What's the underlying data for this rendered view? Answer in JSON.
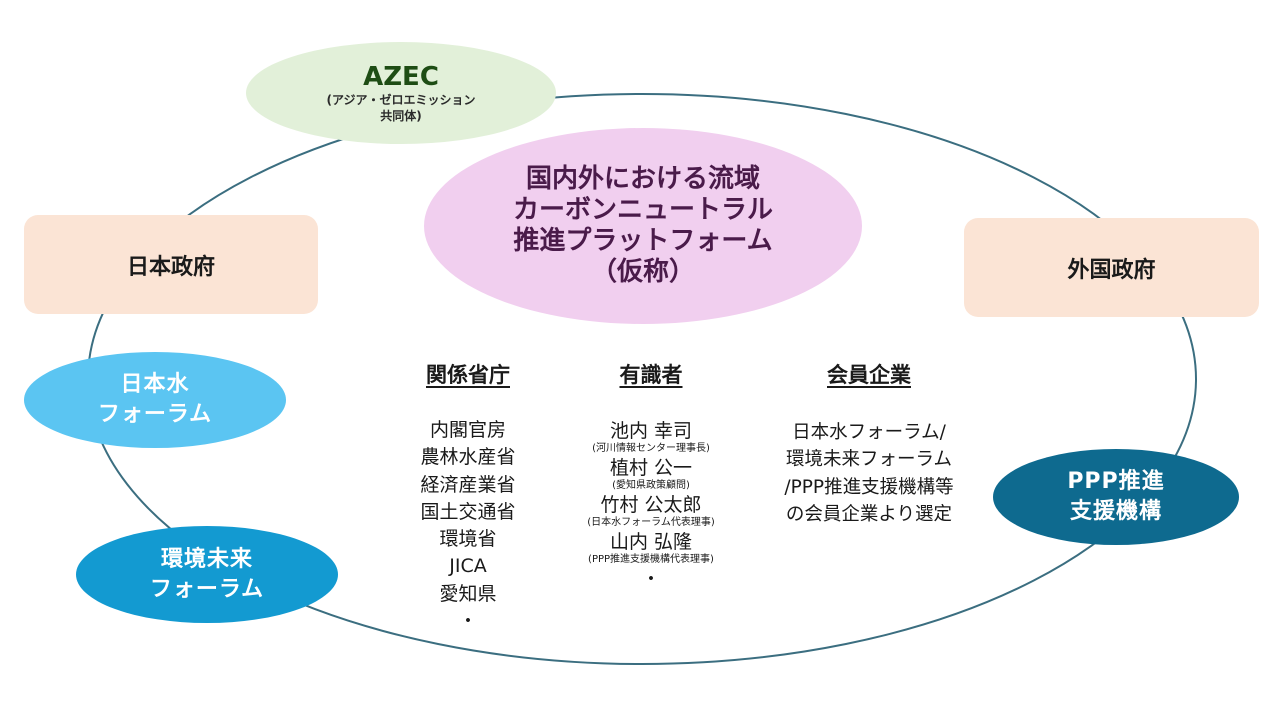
{
  "colors": {
    "ring": "#3b6e80",
    "azec_fill": "#e2f0d9",
    "center_fill": "#f1cfef",
    "government_fill": "#fbe4d5",
    "japan_water_forum_fill": "#5bc5f2",
    "environment_forum_fill": "#139ad1",
    "ppp_fill": "#0e6a8f"
  },
  "azec": {
    "title": "AZEC",
    "subtitle_line1": "(アジア・ゼロエミッション",
    "subtitle_line2": "共同体)"
  },
  "center": {
    "line1": "国内外における流域",
    "line2": "カーボンニュートラル",
    "line3": "推進プラットフォーム",
    "line4": "（仮称）"
  },
  "japan_government": "日本政府",
  "foreign_government": "外国政府",
  "japan_water_forum": {
    "line1": "日本水",
    "line2": "フォーラム"
  },
  "environment_forum": {
    "line1": "環境未来",
    "line2": "フォーラム"
  },
  "ppp": {
    "line1": "PPP推進",
    "line2": "支援機構"
  },
  "ministries": {
    "heading": "関係省庁",
    "items": [
      "内閣官房",
      "農林水産省",
      "経済産業省",
      "国土交通省",
      "環境省",
      "JICA",
      "愛知県",
      "・"
    ]
  },
  "experts": {
    "heading": "有識者",
    "people": [
      {
        "name": "池内 幸司",
        "role": "(河川情報センター理事長)"
      },
      {
        "name": "植村 公一",
        "role": "(愛知県政策顧問)"
      },
      {
        "name": "竹村 公太郎",
        "role": "(日本水フォーラム代表理事)"
      },
      {
        "name": "山内 弘隆",
        "role": "(PPP推進支援機構代表理事)"
      }
    ],
    "more": "・"
  },
  "members": {
    "heading": "会員企業",
    "lines": [
      "日本水フォーラム/",
      "環境未来フォーラム",
      "/PPP推進支援機構等",
      "の会員企業より選定"
    ]
  }
}
